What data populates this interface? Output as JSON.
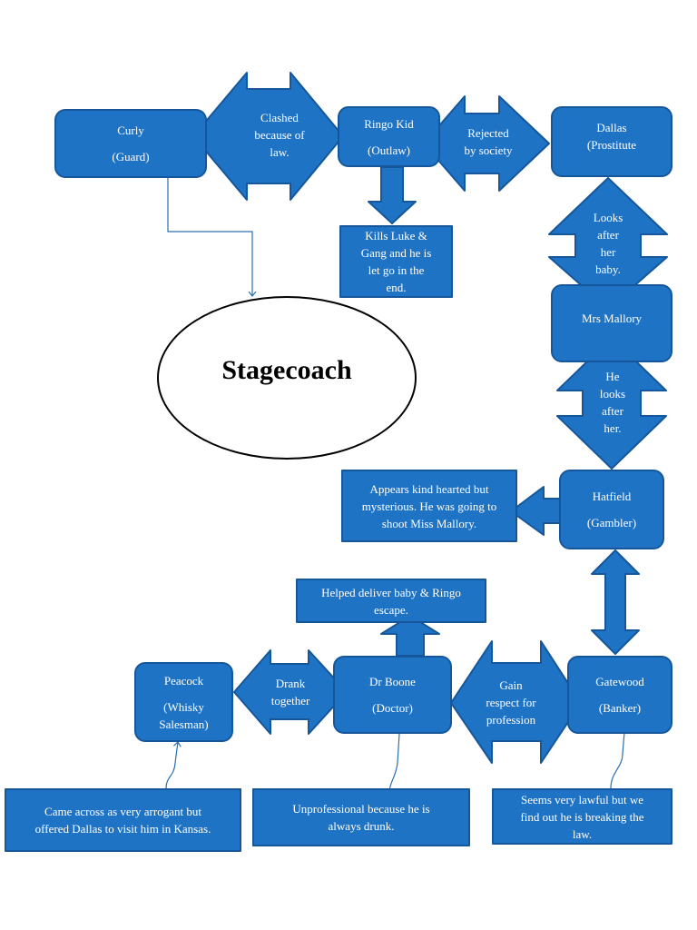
{
  "title": "Stagecoach",
  "colors": {
    "fill": "#1f73c4",
    "stroke": "#15579a",
    "connector": "#2a6fb5"
  },
  "nodes": {
    "curly": {
      "name": "Curly",
      "role": "(Guard)"
    },
    "ringo": {
      "name": "Ringo Kid",
      "role": "(Outlaw)"
    },
    "dallas": {
      "name": "Dallas",
      "role": "(Prostitute"
    },
    "mallory": {
      "name": "Mrs Mallory"
    },
    "hatfield": {
      "name": "Hatfield",
      "role": "(Gambler)"
    },
    "gatewood": {
      "name": "Gatewood",
      "role": "(Banker)"
    },
    "boone": {
      "name": "Dr Boone",
      "role": "(Doctor)"
    },
    "peacock": {
      "name": "Peacock",
      "role_line1": "(Whisky",
      "role_line2": "Salesman)"
    }
  },
  "relations": {
    "curly_ringo": [
      "Clashed",
      "because of",
      "law."
    ],
    "ringo_dallas": [
      "Rejected",
      "by society"
    ],
    "dallas_mallory": [
      "Looks",
      "after",
      "her",
      "baby."
    ],
    "mallory_hatfield": [
      "He",
      "looks",
      "after",
      "her."
    ],
    "boone_gatewood": [
      "Gain",
      "respect for",
      "profession"
    ],
    "peacock_boone": [
      "Drank",
      "together"
    ]
  },
  "notes": {
    "ringo": [
      "Kills Luke &",
      "Gang and he is",
      "let go in the",
      "end."
    ],
    "hatfield": [
      "Appears kind hearted but",
      "mysterious. He was going to",
      "shoot Miss Mallory."
    ],
    "boone_up": [
      "Helped deliver baby & Ringo",
      "escape."
    ],
    "peacock": [
      "Came across as very arrogant but",
      "offered Dallas to visit him in Kansas."
    ],
    "boone": [
      "Unprofessional because he is",
      "always drunk."
    ],
    "gatewood": [
      "Seems very lawful but we",
      "find out he is breaking the",
      "law."
    ]
  }
}
